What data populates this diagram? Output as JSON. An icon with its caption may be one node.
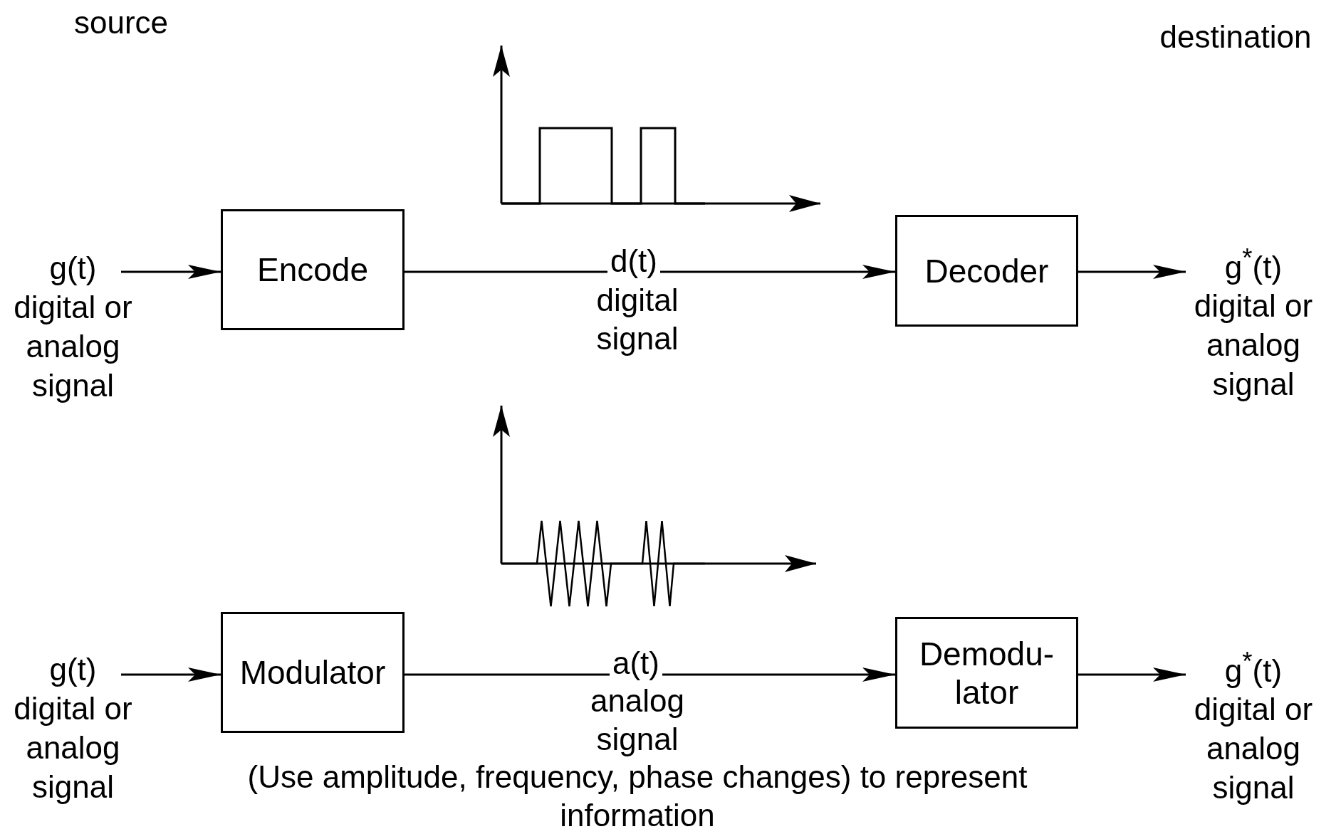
{
  "diagram": {
    "nodes": [
      {
        "text": [
          "g(t)",
          "digital or analog signal"
        ]
      },
      {
        "text": [
          "Encode"
        ]
      },
      {
        "text": [
          "Decoder"
        ]
      },
      {
        "text": [
          "g$^{*}$(t)",
          "digital or analog signal"
        ]
      },
      {
        "text": [
          "g(t)",
          "digital or analog signal"
        ]
      },
      {
        "text": [
          "Modulator"
        ]
      },
      {
        "text": [
          "Demodu- lator"
        ]
      },
      {
        "text": [
          "g$^{*}$(t)",
          "digital or analog signal"
        ]
      }
    ],
    "edges": [
      {
        "from": 0,
        "to": 1,
        "arrow": "to"
      },
      {
        "from": 1,
        "to": 2,
        "arrow": "to",
        "label": "d(t)"
      },
      {
        "from": 2,
        "to": 3,
        "arrow": "to"
      },
      {
        "from": 4,
        "to": 5,
        "arrow": "to"
      },
      {
        "from": 5,
        "to": 6,
        "arrow": "to",
        "label": "a(t)"
      },
      {
        "from": 6,
        "to": 7,
        "arrow": "to"
      }
    ],
    "labels": [
      "source",
      "destination",
      "digital signal",
      "analog signal",
      "(Use amplitude, frequency, phase changes) to represent information"
    ]
  }
}
